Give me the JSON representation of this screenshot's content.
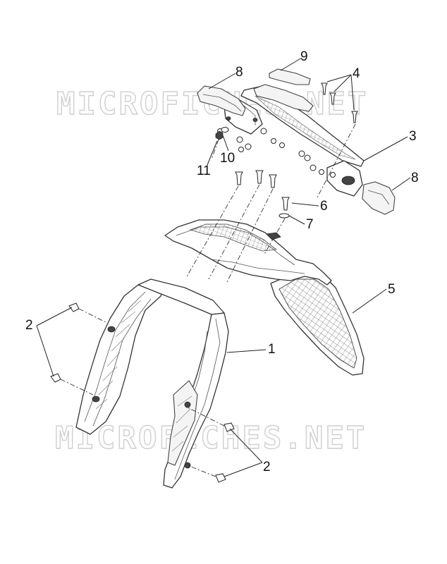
{
  "watermark": {
    "text": "MICROFICHES.NET"
  },
  "callouts": {
    "c1": "1",
    "c2a": "2",
    "c2b": "2",
    "c3": "3",
    "c4": "4",
    "c5": "5",
    "c6": "6",
    "c7": "7",
    "c8a": "8",
    "c8b": "8",
    "c9": "9",
    "c10": "10",
    "c11": "11"
  }
}
